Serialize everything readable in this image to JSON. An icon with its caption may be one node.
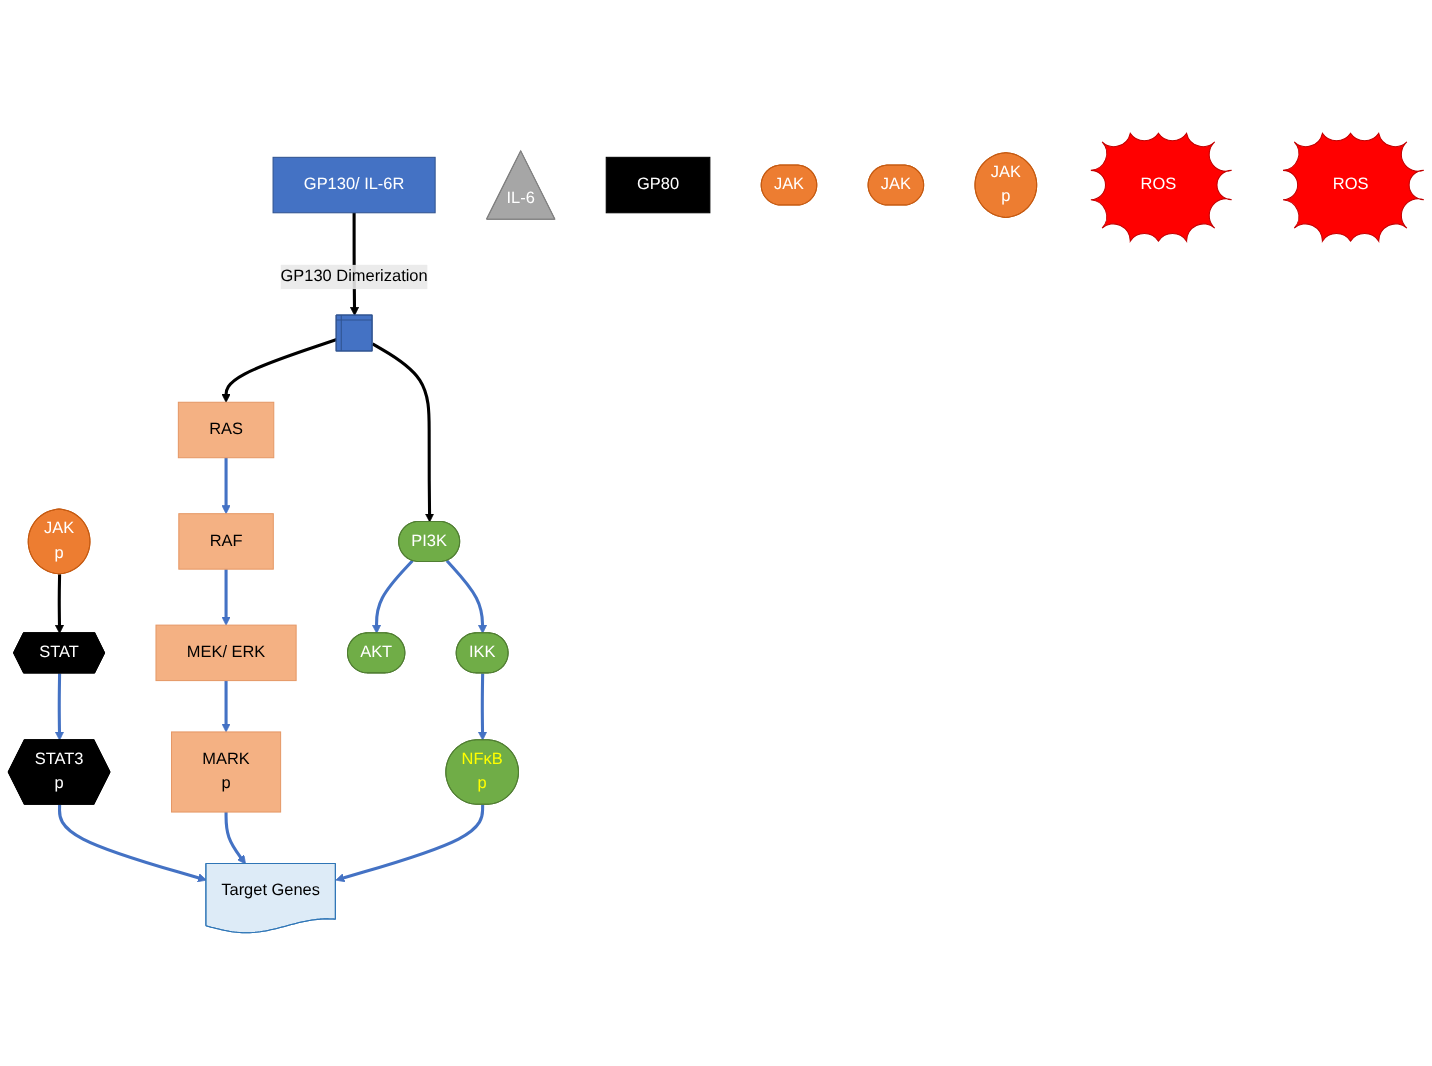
{
  "diagram": {
    "nodes": [
      {
        "text": [
          "GP130/ IL-6R"
        ]
      },
      {
        "text": [
          "IL-6"
        ]
      },
      {
        "text": [
          "GP80"
        ]
      },
      {
        "text": [
          "JAK"
        ]
      },
      {
        "text": [
          "JAK"
        ]
      },
      {
        "text": [],
        "shape": "bar"
      },
      {
        "text": [
          "JAK",
          "p"
        ]
      },
      {
        "text": [
          "JAK",
          "p"
        ]
      },
      {
        "text": [
          "STAT"
        ]
      },
      {
        "text": [
          "STAT3",
          "p"
        ]
      },
      {
        "text": [
          "RAS"
        ]
      },
      {
        "text": [
          "RAF"
        ]
      },
      {
        "text": [
          "MEK/ ERK"
        ]
      },
      {
        "text": [
          "MARK",
          "p"
        ]
      },
      {
        "text": [
          "ROS"
        ]
      },
      {
        "text": [
          "ROS"
        ]
      },
      {
        "text": [
          "PI3K"
        ]
      },
      {
        "text": [
          "AKT"
        ]
      },
      {
        "text": [
          "IKK"
        ]
      },
      {
        "text": [
          "NFκB",
          "p"
        ]
      },
      {
        "text": [
          "Target Genes"
        ]
      }
    ],
    "edges": [
      {
        "from": 0,
        "to": 5,
        "arrow": "to",
        "label": "GP130 Dimerization",
        "color": "#000000"
      },
      {
        "from": 6,
        "to": 8,
        "arrow": "to",
        "color": "#000000"
      },
      {
        "from": 5,
        "to": 10,
        "arrow": "to",
        "color": "#000000"
      },
      {
        "from": 5,
        "to": 16,
        "arrow": "to",
        "color": "#000000"
      },
      {
        "from": 8,
        "to": 9,
        "arrow": "to"
      },
      {
        "from": 10,
        "to": 11,
        "arrow": "to"
      },
      {
        "from": 11,
        "to": 12,
        "arrow": "to"
      },
      {
        "from": 12,
        "to": 13,
        "arrow": "to"
      },
      {
        "from": 16,
        "to": 17,
        "arrow": "to"
      },
      {
        "from": 16,
        "to": 18,
        "arrow": "to"
      },
      {
        "from": 18,
        "to": 19,
        "arrow": "to"
      },
      {
        "from": 9,
        "to": 20,
        "arrow": "to"
      },
      {
        "from": 13,
        "to": 20,
        "arrow": "to"
      },
      {
        "from": 19,
        "to": 20,
        "arrow": "to"
      }
    ]
  }
}
